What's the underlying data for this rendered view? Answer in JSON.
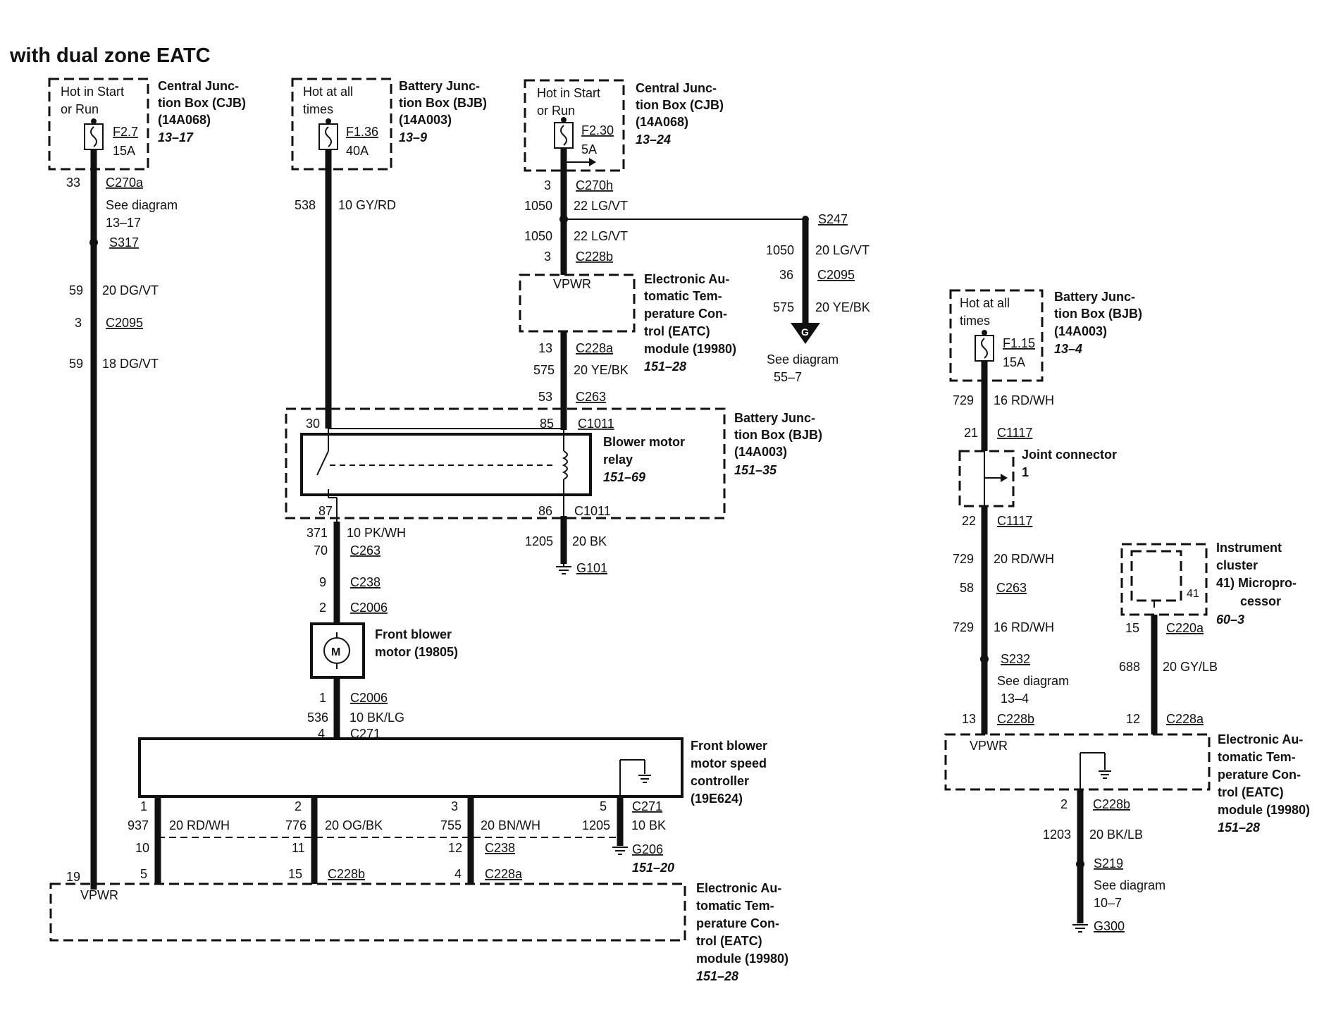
{
  "title": "with dual zone EATC",
  "fuses": {
    "f27": {
      "power": [
        "Hot in Start",
        "or Run"
      ],
      "id": "F2.7",
      "rating": "15A",
      "box": [
        "Central Junc-",
        "tion Box (CJB)",
        "(14A068)"
      ],
      "ref": "13–17"
    },
    "f136": {
      "power": [
        "Hot at all",
        "times"
      ],
      "id": "F1.36",
      "rating": "40A",
      "box": [
        "Battery Junc-",
        "tion Box (BJB)",
        "(14A003)"
      ],
      "ref": "13–9"
    },
    "f230": {
      "power": [
        "Hot in Start",
        "or Run"
      ],
      "id": "F2.30",
      "rating": "5A",
      "box": [
        "Central Junc-",
        "tion Box (CJB)",
        "(14A068)"
      ],
      "ref": "13–24"
    },
    "f115": {
      "power": [
        "Hot at all",
        "times"
      ],
      "id": "F1.15",
      "rating": "15A",
      "box": [
        "Battery Junc-",
        "tion Box (BJB)",
        "(14A003)"
      ],
      "ref": "13–4"
    }
  },
  "left_circuit": {
    "pin_c270a": "33",
    "conn_c270a": "C270a",
    "see": "See diagram",
    "see_ref": "13–17",
    "splice": "S317",
    "ckt_1": "59",
    "wire_1": "20 DG/VT",
    "pin_c2095": "3",
    "conn_c2095": "C2095",
    "ckt_2": "59",
    "wire_2": "18 DG/VT",
    "pin_eatc": "19"
  },
  "bjb_feed": {
    "ckt": "538",
    "wire": "10 GY/RD"
  },
  "eatc_feed": {
    "pin_c270h": "3",
    "conn_c270h": "C270h",
    "ckt_a": "1050",
    "wire_a": "22 LG/VT",
    "ckt_b": "1050",
    "wire_b": "22 LG/VT",
    "pin_c228b": "3",
    "conn_c228b": "C228b",
    "module_pin": "VPWR",
    "module_name": [
      "Electronic Au-",
      "tomatic Tem-",
      "perature Con-",
      "trol (EATC)",
      "module (19980)"
    ],
    "module_ref": "151–28",
    "pin_c228a": "13",
    "conn_c228a": "C228a",
    "ckt_c": "575",
    "wire_c": "20 YE/BK",
    "pin_c263": "53",
    "conn_c263": "C263"
  },
  "s247_branch": {
    "splice": "S247",
    "ckt_a": "1050",
    "wire_a": "20 LG/VT",
    "pin_c2095": "36",
    "conn_c2095": "C2095",
    "ckt_b": "575",
    "wire_b": "20 YE/BK",
    "arrow": "G",
    "see": "See diagram",
    "see_ref": "55–7"
  },
  "relay": {
    "pin_30": "30",
    "pin_85": "85",
    "conn_top": "C1011",
    "pin_87": "87",
    "pin_86": "86",
    "conn_bottom": "C1011",
    "name": [
      "Blower motor",
      "relay"
    ],
    "ref": "151–69",
    "box": [
      "Battery Junc-",
      "tion Box (BJB)",
      "(14A003)"
    ],
    "box_ref": "151–35",
    "ground_ckt": "1205",
    "ground_wire": "20 BK",
    "ground": "G101"
  },
  "motor_feed": {
    "ckt": "371",
    "wire": "10 PK/WH",
    "pin_c263": "70",
    "conn_c263": "C263",
    "pin_c238": "9",
    "conn_c238": "C238",
    "pin_c2006a": "2",
    "conn_c2006a": "C2006",
    "motor_symbol": "M",
    "motor_name": [
      "Front blower",
      "motor (19805)"
    ],
    "pin_c2006b": "1",
    "conn_c2006b": "C2006",
    "ckt_2": "536",
    "wire_2": "10 BK/LG",
    "pin_c271": "4",
    "conn_c271": "C271"
  },
  "controller": {
    "name": [
      "Front blower",
      "motor speed",
      "controller",
      "(19E624)"
    ],
    "pins": [
      "1",
      "2",
      "3",
      "5"
    ],
    "ckts": [
      "937",
      "776",
      "755",
      "1205"
    ],
    "wires": [
      "20 RD/WH",
      "20 OG/BK",
      "20 BN/WH",
      "10 BK"
    ],
    "conn_c271": "C271",
    "ground": "G206",
    "ground_ref": "151–20"
  },
  "mid_pins": {
    "p1": "10",
    "p2": "11",
    "p3": "12",
    "conn": "C238"
  },
  "bottom_pins": {
    "p1": "5",
    "p2": "15",
    "conn1": "C228b",
    "p3": "4",
    "conn2": "C228a"
  },
  "bottom_module": {
    "pin": "VPWR",
    "name": [
      "Electronic Au-",
      "tomatic Tem-",
      "perature Con-",
      "trol (EATC)",
      "module (19980)"
    ],
    "ref": "151–28"
  },
  "right_circuit": {
    "ckt_1": "729",
    "wire_1": "16 RD/WH",
    "pin_c1117a": "21",
    "conn_c1117a": "C1117",
    "joint": [
      "Joint connector",
      "1"
    ],
    "pin_c1117b": "22",
    "conn_c1117b": "C1117",
    "ckt_2": "729",
    "wire_2": "20 RD/WH",
    "pin_c263": "58",
    "conn_c263": "C263",
    "ckt_3": "729",
    "wire_3": "16 RD/WH",
    "splice": "S232",
    "see": "See diagram",
    "see_ref": "13–4",
    "pin_c228b": "13",
    "conn_c228b": "C228b"
  },
  "cluster": {
    "name": [
      "Instrument",
      "cluster",
      "41) Micropro-",
      "cessor"
    ],
    "ref": "60–3",
    "pin": "41",
    "pin_c220a": "15",
    "conn_c220a": "C220a",
    "ckt": "688",
    "wire": "20 GY/LB",
    "pin_c228a": "12",
    "conn_c228a": "C228a"
  },
  "right_module": {
    "pin": "VPWR",
    "name": [
      "Electronic Au-",
      "tomatic Tem-",
      "perature Con-",
      "trol (EATC)",
      "module (19980)"
    ],
    "ref": "151–28",
    "gnd_pin": "2",
    "gnd_conn": "C228b",
    "gnd_ckt": "1203",
    "gnd_wire": "20 BK/LB",
    "splice": "S219",
    "see": "See diagram",
    "see_ref": "10–7",
    "ground": "G300"
  }
}
